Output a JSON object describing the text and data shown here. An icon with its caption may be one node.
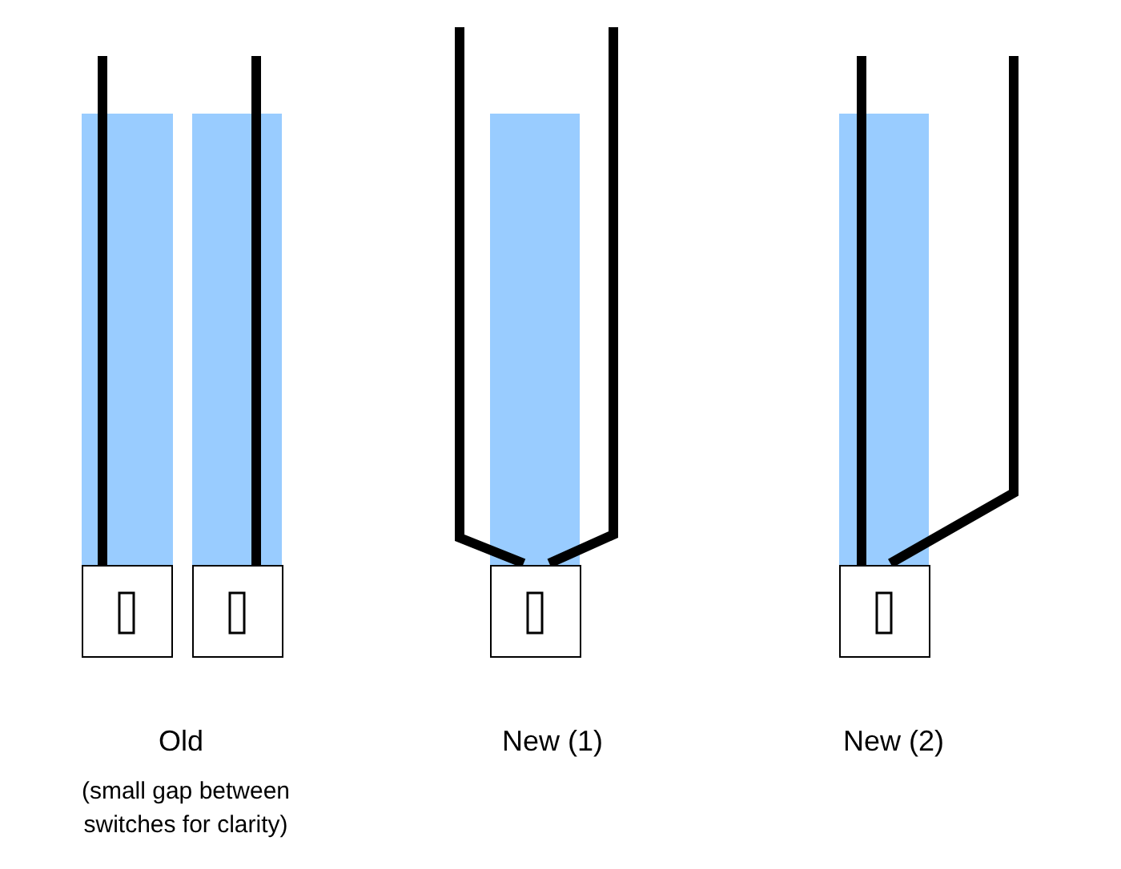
{
  "diagram": {
    "labels": [
      "Old",
      "(small gap between switches for clarity)",
      "New (1)",
      "New (2)"
    ]
  }
}
